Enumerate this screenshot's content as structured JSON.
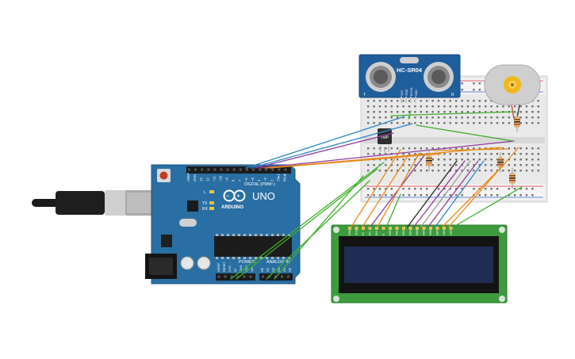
{
  "arduino": {
    "model": "UNO",
    "brand": "ARDUINO",
    "digital_header": "DIGITAL (PWM~)",
    "power_header": "POWER",
    "analog_header": "ANALOG IN",
    "led_labels": [
      "L",
      "TX",
      "RX"
    ],
    "digital_pins": [
      "AREF",
      "GND",
      "13",
      "12",
      "~11",
      "~10",
      "~9",
      "8",
      "7",
      "~6",
      "~5",
      "4",
      "~3",
      "2",
      "TX▸1",
      "RX◂0"
    ],
    "power_pins": [
      "IOREF",
      "RESET",
      "3.3V",
      "5V",
      "GND",
      "GND",
      "Vin"
    ],
    "analog_pins": [
      "A0",
      "A1",
      "A2",
      "A3",
      "A4",
      "A5"
    ],
    "board_color": "#2a6fa3"
  },
  "ultrasonic": {
    "model": "HC-SR04",
    "left_mark": "T",
    "right_mark": "R",
    "pin_labels": [
      "VCC",
      "TRIG",
      "ECHO",
      "GND"
    ],
    "board_color": "#1f5e9c"
  },
  "sensor": {
    "label": "TMP"
  },
  "lcd": {
    "pin_labels": [
      "GND",
      "VCC",
      "V0",
      "RS",
      "RW",
      "E",
      "DB0",
      "DB1",
      "DB2",
      "DB3",
      "DB4",
      "DB5",
      "DB6",
      "DB7",
      "LED",
      "LED"
    ],
    "pcb_color": "#3d9b3d",
    "screen_color": "#1f2d54"
  },
  "colors": {
    "wire_green": "#3fae2a",
    "wire_orange": "#e88a1a",
    "wire_purple": "#8e3c9e",
    "wire_blue": "#2b86c8",
    "wire_black": "#222222",
    "wire_gray": "#9a9a9a",
    "wire_red": "#d03020"
  }
}
